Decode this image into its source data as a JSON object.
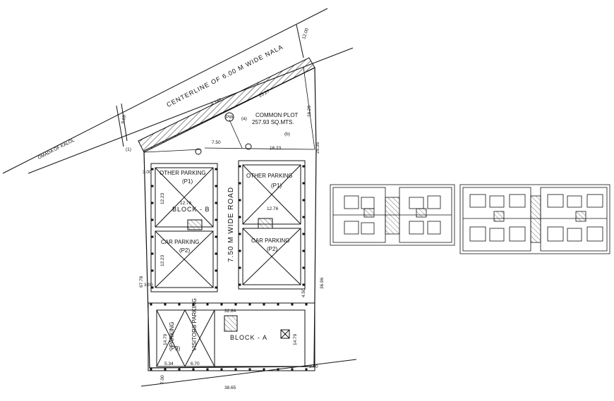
{
  "site": {
    "nala_label": "CENTERLINE OF 6.00 M WIDE NALA",
    "village_label": "OMADA OF KALOL",
    "road_label": "7.50 M WIDE ROAD",
    "common_plot": "COMMON PLOT",
    "common_plot_area": "257.93 SQ.MTS.",
    "mark_a": "(a)",
    "mark_b": "(b)",
    "mark_1": "(1)",
    "mark_pw": "PW"
  },
  "blocks": {
    "block_b": "BLOCK - B",
    "block_a": "BLOCK - A",
    "other_parking_1": "OTHER PARKING",
    "other_parking_2": "OTHER PARKING",
    "p1_left": "(P1)",
    "p1_right": "(P1)",
    "car_parking_1": "CAR PARKING",
    "car_parking_2": "CAR PARKING",
    "p2_left": "(P2)",
    "p2_right": "(P2)",
    "visitors_parking": "VISITORS PARKING",
    "parking_p3": "PARKING",
    "p3": "(P3)"
  },
  "dimensions": {
    "d_1200": "12.00",
    "d_4142": "4.142",
    "d_2327": "23.27",
    "d_1620": "16.20",
    "d_750": "7.50",
    "d_1623": "16.23",
    "d_2535": "25.35",
    "d_300a": "3.00",
    "d_1223a": "12.23",
    "d_1276a": "12.76",
    "d_1223b": "12.23",
    "d_1276b": "12.76",
    "d_6778": "67.78",
    "d_3696": "36.96",
    "d_300b": "3.00",
    "d_450": "4.50",
    "d_3284": "32.84",
    "d_1479a": "14.79",
    "d_1479b": "14.79",
    "d_534": "5.34",
    "d_670": "6.70",
    "d_300c": "3.00",
    "d_3865": "38.65",
    "d_700": "7.00",
    "d_969": "9.69"
  }
}
